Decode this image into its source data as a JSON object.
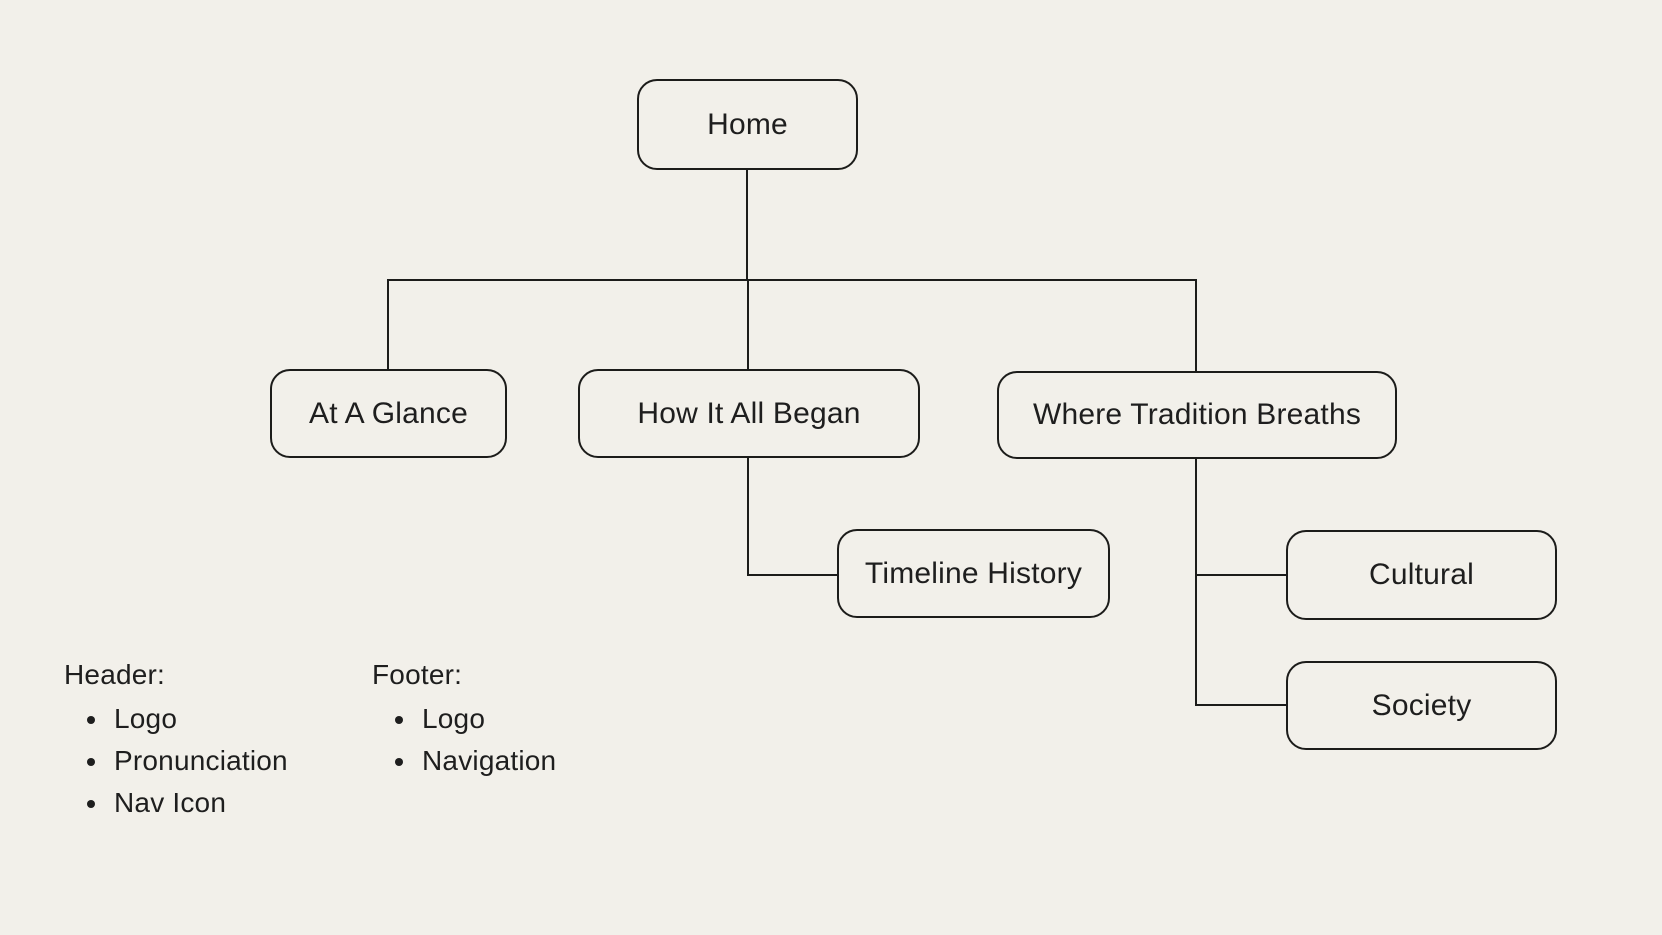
{
  "theme": {
    "background": "#F2F0EA",
    "node_fill": "#F2F0EA",
    "line_color": "#1C1C1A",
    "text_color": "#1E1E1E"
  },
  "diagram": {
    "type": "sitemap-tree",
    "nodes": {
      "home": {
        "label": "Home",
        "parent": null
      },
      "at_a_glance": {
        "label": "At A Glance",
        "parent": "home"
      },
      "how_it_all_began": {
        "label": "How It All Began",
        "parent": "home"
      },
      "where_tradition_breaths": {
        "label": "Where Tradition Breaths",
        "parent": "home"
      },
      "timeline_history": {
        "label": "Timeline History",
        "parent": "how_it_all_began"
      },
      "cultural": {
        "label": "Cultural",
        "parent": "where_tradition_breaths"
      },
      "society": {
        "label": "Society",
        "parent": "where_tradition_breaths"
      }
    }
  },
  "annotations": {
    "header": {
      "title": "Header:",
      "items": [
        "Logo",
        "Pronunciation",
        "Nav Icon"
      ]
    },
    "footer": {
      "title": "Footer:",
      "items": [
        "Logo",
        "Navigation"
      ]
    }
  }
}
